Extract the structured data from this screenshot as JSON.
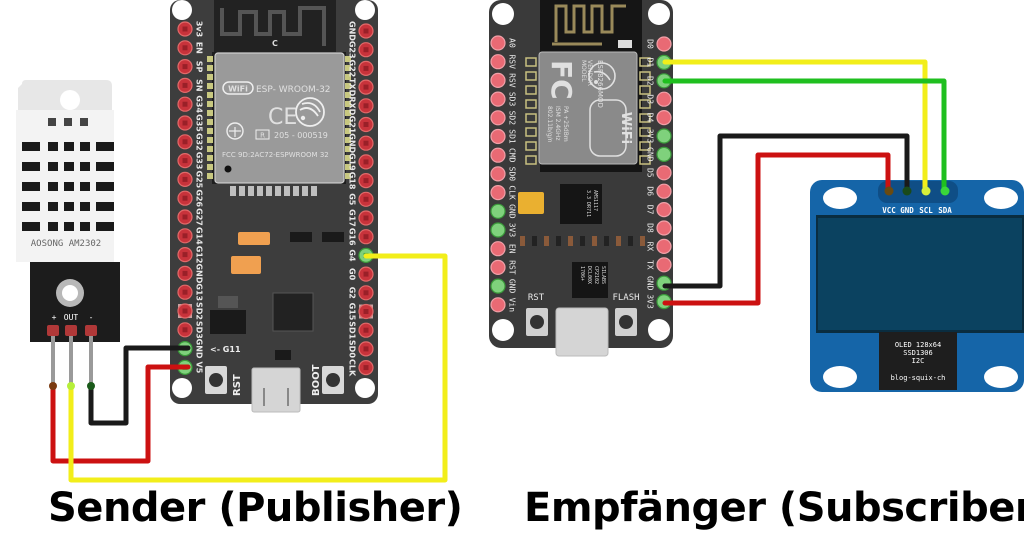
{
  "captions": {
    "sender": "Sender (Publisher)",
    "receiver": "Empfänger (Subscriber)"
  },
  "sensor": {
    "label": "AOSONG AM2302",
    "pins": [
      "+",
      "OUT",
      "-"
    ]
  },
  "esp32": {
    "module": {
      "wifi_badge": "WiFi",
      "name": "ESP- WROOM-32",
      "ce_mark": "CE",
      "r_mark": "R",
      "cert_number": "205 - 000519",
      "fcc": "FCC 9D:2AC72-ESPWROOM 32",
      "antenna_label": "C"
    },
    "left_pins": [
      "3v3",
      "EN",
      "SP",
      "SN",
      "G34",
      "G35",
      "G32",
      "G33",
      "G25",
      "G26",
      "G27",
      "G14",
      "G12",
      "GND",
      "G13",
      "SD2",
      "SD3",
      "GND",
      "V5"
    ],
    "right_pins": [
      "GND",
      "G23",
      "G22",
      "TXD",
      "RXD",
      "G21",
      "GND",
      "G19",
      "G18",
      "G5",
      "G17",
      "G16",
      "G4",
      "G0",
      "G2",
      "G15",
      "SD1",
      "SD0",
      "CLK"
    ],
    "g11_note": "<- G11",
    "buttons": {
      "rst": "RST",
      "boot": "BOOT"
    }
  },
  "nodemcu": {
    "module": {
      "fcc": "FC",
      "model": "MODEL",
      "vendor": "VENDOR",
      "chip": "ESP8266MOD",
      "ism": "ISM  2.4GHz",
      "pa": "PA  +25dBm",
      "std": "802.11b/g/n",
      "wifi_badge": "WiFi"
    },
    "left_pins": [
      "A0",
      "RSV",
      "RSV",
      "SD3",
      "SD2",
      "SD1",
      "CMD",
      "SD0",
      "CLK",
      "GND",
      "3V3",
      "EN",
      "RST",
      "GND",
      "Vin"
    ],
    "right_pins": [
      "D0",
      "D1",
      "D2",
      "D3",
      "D4",
      "3V3",
      "GND",
      "D5",
      "D6",
      "D7",
      "D8",
      "RX",
      "TX",
      "GND",
      "3V3"
    ],
    "regulator": [
      "AMS1117",
      "3.3  DR711"
    ],
    "usb_chip": [
      "SILABS",
      "CP2102",
      "DCL00X",
      "1706+"
    ],
    "buttons": {
      "rst": "RST",
      "flash": "FLASH"
    }
  },
  "oled": {
    "pins": [
      "VCC",
      "GND",
      "SCL",
      "SDA"
    ],
    "info": [
      "OLED 128x64",
      "SSD1306",
      "I2C"
    ],
    "credit": "blog-squix-ch"
  },
  "colors": {
    "board": "#3d3d3d",
    "board_dark": "#2b2b2b",
    "pin_red": "#c8333b",
    "pin_pink": "#e96a74",
    "pin_green": "#7fd17c",
    "wire_red": "#cc1111",
    "wire_black": "#1a1a1a",
    "wire_yellow": "#f2ee1a",
    "wire_green": "#1fbf1f",
    "oled_blue": "#1565a8",
    "oled_screen": "#0b3f5c"
  }
}
